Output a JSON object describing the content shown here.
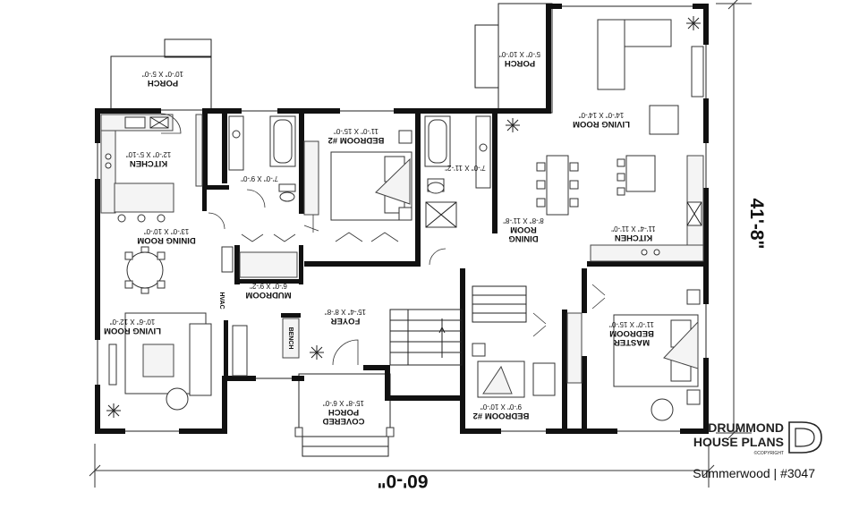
{
  "rooms": {
    "porch_left": {
      "name": "PORCH",
      "size": "10'-0\" X 5'-0\""
    },
    "kitchen_left": {
      "name": "KITCHEN",
      "size": "12'-0\" X 5'-10\""
    },
    "bath_left": {
      "size": "7'-0\" X 9'-0\""
    },
    "bedroom_top": {
      "name": "BEDROOM #2",
      "size": "11'-0\" X 15'-0\""
    },
    "bath_right": {
      "size": "7'-0\" X 11'-2\""
    },
    "porch_right": {
      "name": "PORCH",
      "size": "5'-0\" X 10'-0\""
    },
    "living_right": {
      "name": "LIVING ROOM",
      "size": "14'-0\" X 14'-0\""
    },
    "dining_left": {
      "name": "DINING ROOM",
      "size": "13'-0\" X 10'-0\""
    },
    "dining_right": {
      "name1": "DINING",
      "name2": "ROOM",
      "size": "8'-8\" X 11'-8\""
    },
    "kitchen_right": {
      "name": "KITCHEN",
      "size": "11'-4\" X 11'-0\""
    },
    "mudroom": {
      "name": "MUDROOM",
      "size": "6'-0\" X 9'-2\""
    },
    "foyer": {
      "name": "FOYER",
      "size": "15'-4\" X 8'-8\""
    },
    "living_left": {
      "name": "LIVING ROOM",
      "size": "10'-6\" X 12'-0\""
    },
    "master": {
      "name1": "MASTER",
      "name2": "BEDROOM",
      "size": "11'-0\" X 15'-0\""
    },
    "bedroom_bottom": {
      "name": "BEDROOM #2",
      "size": "9'-0\" X 10'-0\""
    },
    "covered_porch": {
      "name1": "COVERED",
      "name2": "PORCH",
      "size": "15'-8\" X 6'-0\""
    }
  },
  "labels": {
    "hvac": "HVAC",
    "bench": "BENCH"
  },
  "dimensions": {
    "width": "60'-0\"",
    "depth": "41'-8\""
  },
  "brand": {
    "line1": "DRUMMOND",
    "line2": "HOUSE PLANS",
    "copyright": "©COPYRIGHT"
  },
  "caption": "Summerwood | #3047"
}
